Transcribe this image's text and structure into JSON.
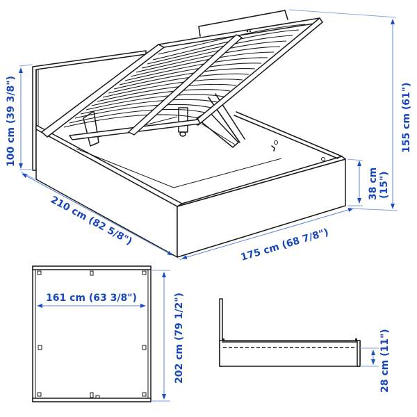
{
  "figure": {
    "subject": "Upholstered storage bed with lift-up slatted base",
    "colors": {
      "dimension_text": "#1747b8",
      "dimension_line": "#5b86d6",
      "ink": "#1a1a1a",
      "background": "#ffffff"
    }
  },
  "isometric_view": {
    "headboard_height": "100 cm (39 3/8\")",
    "length": "210 cm (82 5/8\")",
    "width": "175 cm (68 7/8\")",
    "frame_height": "38 cm",
    "frame_height_in": "(15\")",
    "total_height": "155 cm (61\")"
  },
  "top_view": {
    "inner_width": "161 cm (63 3/8\")",
    "inner_length": "202 cm (79 1/2\")"
  },
  "side_view": {
    "storage_depth": "28 cm (11\")"
  }
}
